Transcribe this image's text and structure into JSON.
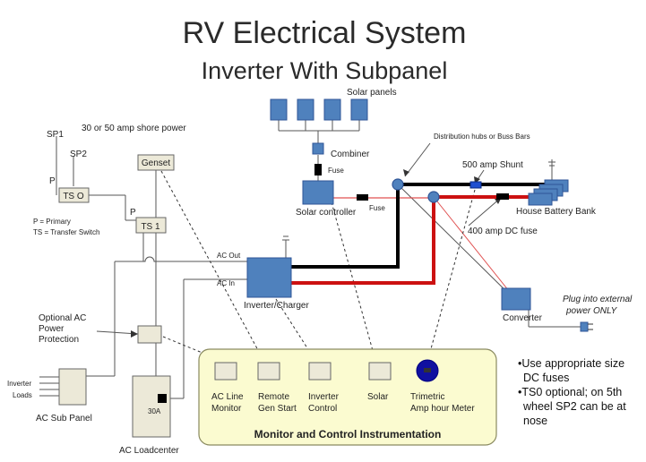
{
  "title": "RV Electrical System",
  "subtitle": "Inverter With Subpanel",
  "labels": {
    "solar_panels": "Solar panels",
    "shore_power": "30 or 50 amp shore power",
    "sp1": "SP1",
    "sp2": "SP2",
    "p1": "P",
    "p2": "P",
    "ts0": "TS O",
    "ts1": "TS 1",
    "genset": "Genset",
    "legend_primary": "P = Primary",
    "legend_ts": "TS = Transfer Switch",
    "combiner": "Combiner",
    "fuse_combiner": "Fuse",
    "solar_controller": "Solar controller",
    "fuse_controller": "Fuse",
    "distribution_hubs": "Distribution hubs or Buss Bars",
    "shunt": "500 amp Shunt",
    "battery_bank": "House Battery  Bank",
    "dc_fuse": "400 amp DC fuse",
    "ac_out": "AC Out",
    "ac_in": "AC In",
    "inverter_charger": "Inverter/Charger",
    "converter": "Converter",
    "plug_external_1": "Plug into external",
    "plug_external_2": "power ONLY",
    "optional_ac_1": "Optional AC",
    "optional_ac_2": "Power",
    "optional_ac_3": "Protection",
    "inverter_loads_1": "Inverter",
    "inverter_loads_2": "Loads",
    "ac_sub_panel": "AC Sub Panel",
    "ac_loadcenter": "AC Loadcenter",
    "breaker_30a": "30A"
  },
  "monitor_panel": {
    "title": "Monitor and Control Instrumentation",
    "items": [
      {
        "line1": "AC Line",
        "line2": "Monitor"
      },
      {
        "line1": "Remote",
        "line2": "Gen Start"
      },
      {
        "line1": "Inverter",
        "line2": "Control"
      },
      {
        "line1": "Solar",
        "line2": ""
      },
      {
        "line1": "Trimetric",
        "line2": "Amp hour Meter"
      }
    ]
  },
  "notes": [
    {
      "line1": "•Use appropriate size",
      "line2": "DC fuses"
    },
    {
      "line1": "•TS0 optional; on 5th",
      "line2": "wheel SP2 can be at",
      "line3": "nose"
    }
  ],
  "colors": {
    "component_blue": "#4f81bd",
    "component_border": "#2f5597",
    "positive_cable": "#cc1111",
    "negative_cable": "#000000",
    "panel_fill": "#fbfbd0",
    "panel_border": "#8a8a60",
    "box_fill": "#ece9d8"
  }
}
